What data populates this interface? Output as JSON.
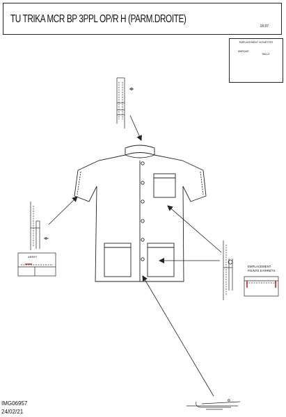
{
  "header": {
    "title": "TU TRIKA MCR BP 3PPL OP/R H (PARM.DROITE)",
    "version": "18.97"
  },
  "inset": {
    "title": "EMPLACEMENT VIGNETTES",
    "label_marque": "MARQUE",
    "label_taille": "TAILLE"
  },
  "detail_left": {
    "label": "ARRET"
  },
  "detail_right": {
    "label_line1": "EMPLACEMENT",
    "label_line2": "POINTS D'ARRETS"
  },
  "footer": {
    "image_id": "IMG06957",
    "date": "24/02/21"
  },
  "colors": {
    "line": "#222222",
    "stitch_accent": "#cc2222"
  }
}
